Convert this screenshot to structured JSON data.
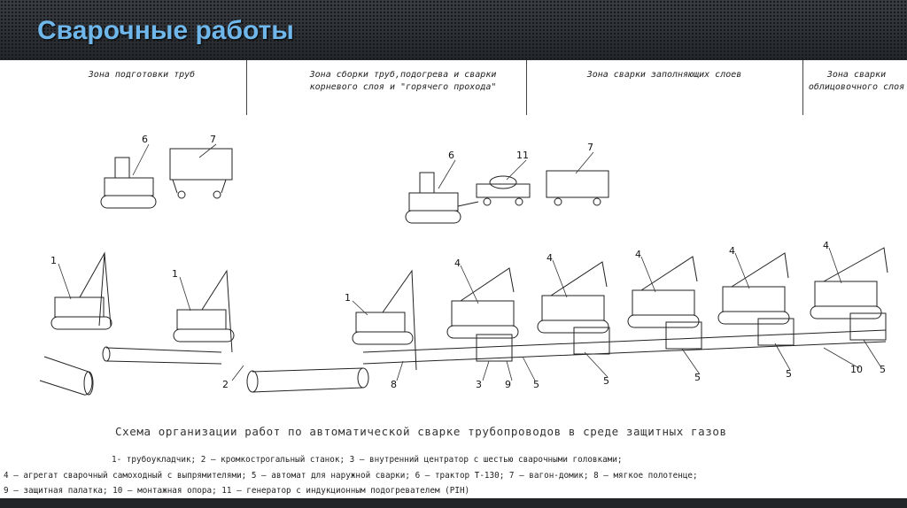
{
  "slide": {
    "title": "Сварочные работы"
  },
  "zones": [
    {
      "label": "Зона подготовки труб"
    },
    {
      "label": "Зона сборки труб,подогрева и сварки корневого слоя и \"горячего прохода\""
    },
    {
      "label": "Зона сварки  заполняющих слоев"
    },
    {
      "label": "Зона сварки облицовочного слоя"
    }
  ],
  "callouts": {
    "tractor1": "6",
    "wagon1": "7",
    "tractor2": "6",
    "generator": "11",
    "wagon2": "7",
    "layer_a": "1",
    "layer_b": "1",
    "layer_c": "1",
    "bevel": "2",
    "towel": "8",
    "centrator": "3",
    "tent": "9",
    "welder": [
      "4",
      "4",
      "4",
      "4",
      "4"
    ],
    "auto": [
      "5",
      "5",
      "5",
      "5",
      "5"
    ],
    "support": "10"
  },
  "caption": "Схема организации работ по автоматической сварке трубопроводов в среде защитных газов",
  "legend": [
    "1- трубоукладчик; 2 – кромкострогальный станок; 3 – внутренний центратор с шестью сварочными головками;",
    "4 – агрегат сварочный самоходный  с выпрямителями;  5 – автомат для наружной сварки; 6 – трактор Т-130; 7 – вагон-домик; 8 – мягкое полотенце;",
    "9 – защитная палатка; 10 – монтажная опора; 11 – генератор с индукционным  подогревателем (РІН)"
  ]
}
